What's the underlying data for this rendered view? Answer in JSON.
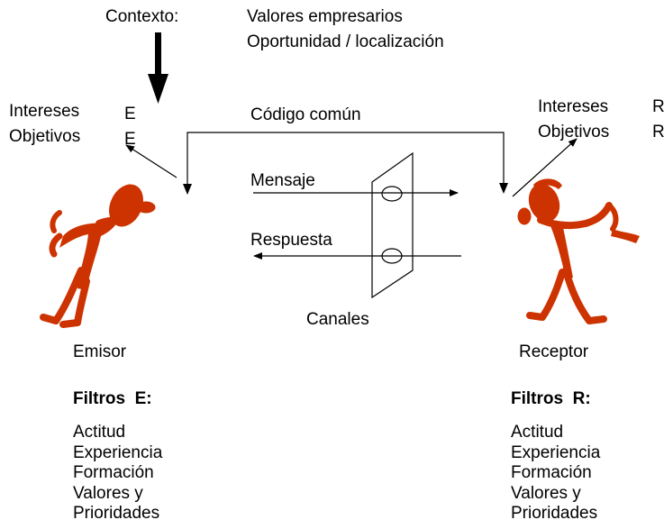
{
  "context": {
    "label": "Contexto:",
    "line1": "Valores empresarios",
    "line2": "Oportunidad / localización"
  },
  "emisor": {
    "intereses_label": "Intereses",
    "objetivos_label": "Objetivos",
    "intereses_code": "E",
    "objetivos_code": "E",
    "name": "Emisor",
    "filtros_title": "Filtros  E:",
    "filtros": [
      "Actitud",
      "Experiencia",
      "Formación",
      "Valores y",
      "Prioridades"
    ]
  },
  "receptor": {
    "intereses_label": "Intereses",
    "objetivos_label": "Objetivos",
    "intereses_code": "R",
    "objetivos_code": "R",
    "name": "Receptor",
    "filtros_title": "Filtros  R:",
    "filtros": [
      "Actitud",
      "Experiencia",
      "Formación",
      "Valores y",
      "Prioridades"
    ]
  },
  "center": {
    "codigo": "Código común",
    "mensaje": "Mensaje",
    "respuesta": "Respuesta",
    "canales": "Canales"
  },
  "colors": {
    "figure": "#cc3300",
    "line": "#000000"
  }
}
